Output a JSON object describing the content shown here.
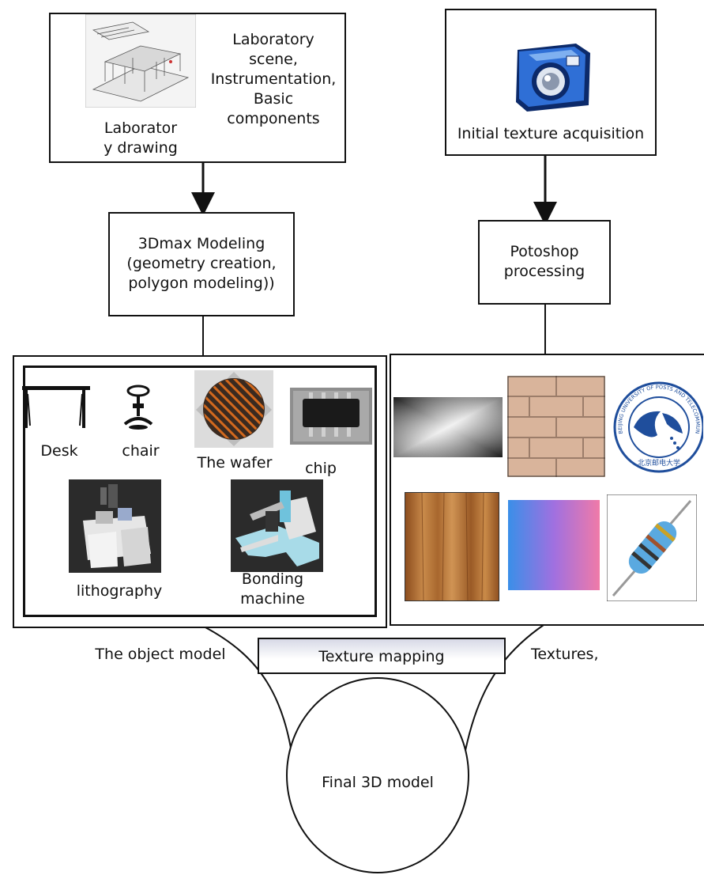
{
  "top_left": {
    "drawing_caption": "Laborator\ny drawing",
    "description": "Laboratory\nscene,\nInstrumentation,\nBasic\ncomponents"
  },
  "top_right": {
    "caption": "Initial texture acquisition",
    "icon": "camera-icon"
  },
  "modeling_box": {
    "text": "3Dmax Modeling\n(geometry creation,\npolygon modeling))"
  },
  "photoshop_box": {
    "text": "Potoshop\nprocessing"
  },
  "objects": {
    "desk": "Desk",
    "chair": "chair",
    "wafer": "The wafer",
    "chip": "chip",
    "lithography": "lithography",
    "bonding": "Bonding\nmachine"
  },
  "textures": {
    "items": [
      "radial-metal-texture",
      "brick-texture",
      "university-logo",
      "wood-texture",
      "gradient-texture",
      "resistor-image"
    ],
    "logo_text": "BEIJING UNIVERSITY OF POSTS AND TELECOMMUNICATIONS",
    "logo_cn": "北京邮电大学"
  },
  "labels": {
    "object_model": "The object model",
    "textures": "Textures,",
    "texture_mapping": "Texture mapping",
    "final_model": "Final 3D model"
  }
}
